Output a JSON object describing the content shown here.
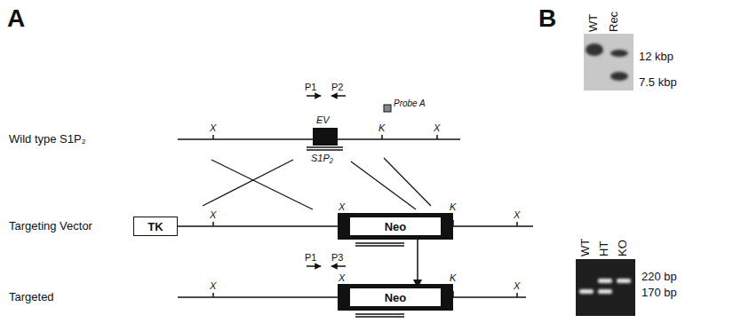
{
  "diagram": {
    "nodes": [
      {
        "text": [
          "TK"
        ]
      },
      {
        "text": [
          "Neo"
        ]
      },
      {
        "text": [
          "Neo"
        ]
      }
    ],
    "edges": [
      {
        "from": 1,
        "to": 2,
        "arrow": "to"
      }
    ],
    "labels": [
      "A",
      "P1",
      "P2",
      "EV",
      "Probe A",
      "X",
      "K",
      "X",
      "Wild type S1P₂",
      "S1P₂",
      "Targeting Vector",
      "X",
      "X",
      "K",
      "X",
      "P1",
      "P3",
      "X",
      "X",
      "K",
      "X",
      "Targeted",
      "B",
      "WT",
      "Rec",
      "12 kbp",
      "7.5 kbp",
      "WT",
      "HT",
      "KO",
      "220 bp",
      "170 bp"
    ]
  }
}
